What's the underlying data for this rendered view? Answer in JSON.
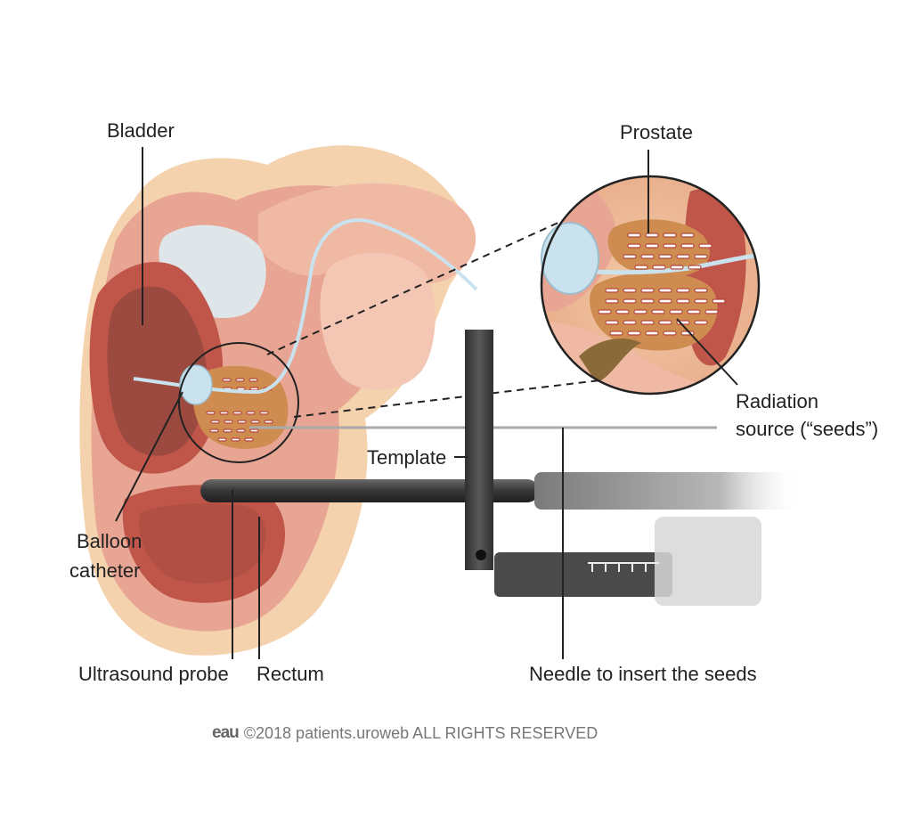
{
  "labels": {
    "bladder": "Bladder",
    "prostate": "Prostate",
    "radiation_line1": "Radiation",
    "radiation_line2": "source (“seeds”)",
    "template": "Template",
    "balloon_line1": "Balloon",
    "balloon_line2": "catheter",
    "ultrasound_probe": "Ultrasound probe",
    "rectum": "Rectum",
    "needle": "Needle to insert the seeds"
  },
  "footer": {
    "logo_text": "eau",
    "copyright": "©2018 patients.uroweb ALL RIGHTS RESERVED"
  },
  "colors": {
    "skin": "#f5d2ae",
    "tissue_pink": "#e8a593",
    "muscle_red": "#c0564a",
    "bladder_interior": "#9c4a40",
    "prostate": "#cf8c50",
    "seed": "#ffffff",
    "instrument_dark": "#3a3a3a",
    "balloon": "#c9e2ee",
    "leader_line": "#222222"
  }
}
